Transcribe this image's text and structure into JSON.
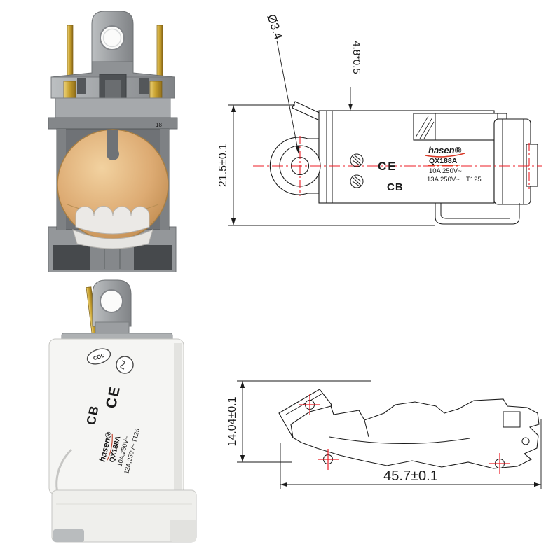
{
  "title": "Thermal switch QX188A product photos and dimension drawings",
  "colors": {
    "background": "#ffffff",
    "drawing_line": "#1a1a1a",
    "centerline_red": "#ec1c24",
    "copper_disc": "#ddab73",
    "pin_gold": "#c9a22f",
    "housing_gray": "#9b9ea1",
    "model_accent": "#e0561e"
  },
  "photo_front": {
    "marking": "18"
  },
  "drawing_top": {
    "dim_hole_dia": "Ø3.4",
    "dim_slot": "4.8*0.5",
    "dim_height": "21.5±0.1",
    "mark_ce": "CE",
    "mark_cb": "CB",
    "brand": "hasen®",
    "model": "QX188A",
    "rating_1": "10A 250V~",
    "rating_2": "13A 250V~",
    "temp_class": "T125"
  },
  "photo_side": {
    "mark_cqc": "CQC",
    "mark_ce": "CE",
    "mark_cb": "CB",
    "brand": "hasen®",
    "model": "QX188A",
    "rating_1": "10A,250V~",
    "rating_2": "13A,250V~",
    "temp_class": "T125"
  },
  "drawing_profile": {
    "dim_height": "14.04±0.1",
    "dim_width": "45.7±0.1"
  }
}
